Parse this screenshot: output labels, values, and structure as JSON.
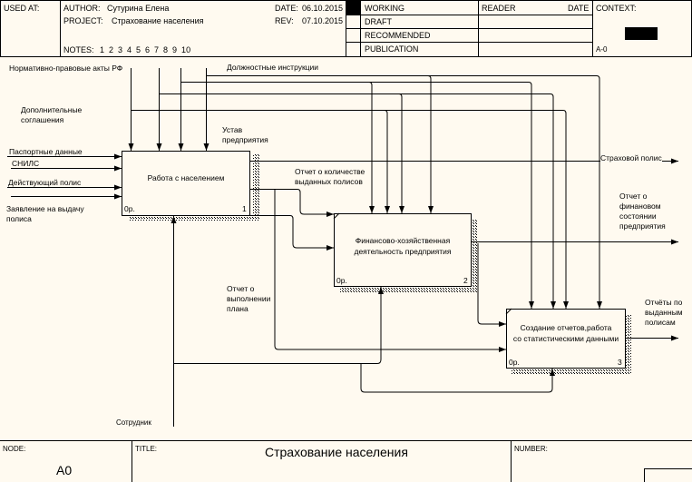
{
  "header": {
    "used_at_label": "USED AT:",
    "author_label": "AUTHOR:",
    "author_value": "Сутурина Елена",
    "project_label": "PROJECT:",
    "project_value": "Страхование населения",
    "date_label": "DATE:",
    "date_value": "06.10.2015",
    "rev_label": "REV:",
    "rev_value": "07.10.2015",
    "notes_label": "NOTES:",
    "notes_values": "1  2  3  4  5  6  7  8  9  10",
    "status": [
      "WORKING",
      "DRAFT",
      "RECOMMENDED",
      "PUBLICATION"
    ],
    "status_active": "WORKING",
    "reader_label": "READER",
    "reader_date_label": "DATE",
    "context_label": "CONTEXT:",
    "context_node": "A-0"
  },
  "boxes": [
    {
      "title": "Работа с населением",
      "cost": "0р.",
      "number": "1"
    },
    {
      "title": "Финансово-хозяйственная\nдеятельность предприятия",
      "cost": "0р.",
      "number": "2"
    },
    {
      "title": "Создание отчетов,работа\nсо статистическими данными",
      "cost": "0р.",
      "number": "3"
    }
  ],
  "arrows": {
    "inputs": [
      "Паспортные данные",
      "СНИЛС",
      "Действующий полис",
      "Заявление на выдачу\nполиса"
    ],
    "controls": [
      "Нормативно-правовые акты РФ",
      "Должностные инструкции",
      "Дополнительные\nсоглашения",
      "Устав\nпредприятия"
    ],
    "mechanism": "Сотрудник",
    "internal": [
      "Отчет о количестве\nвыданных полисов",
      "Отчет о\nвыполнении\nплана"
    ],
    "outputs": [
      "Страховой полис",
      "Отчет о\nфинановом\nсостоянии\nпредприятия",
      "Отчёты по\nвыданным\nполисам"
    ]
  },
  "footer": {
    "node_label": "NODE:",
    "node_value": "A0",
    "title_label": "TITLE:",
    "title_value": "Страхование населения",
    "number_label": "NUMBER:"
  }
}
